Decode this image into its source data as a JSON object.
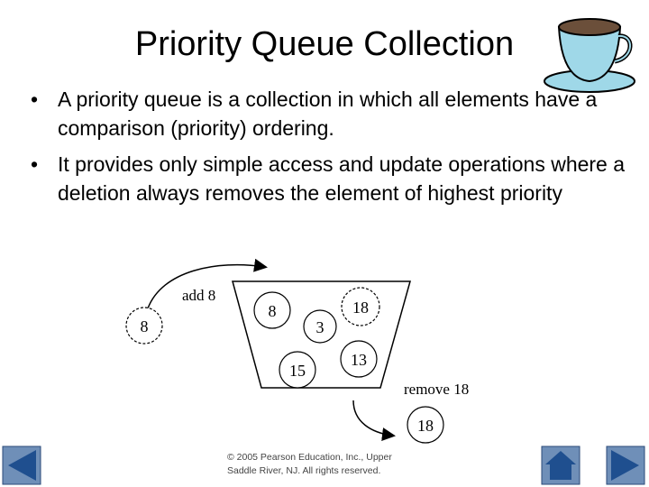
{
  "slide": {
    "title": "Priority Queue Collection",
    "bullets": [
      "A priority queue is a collection in which all elements have a comparison (priority) ordering.",
      "It provides only simple access and update operations where a deletion always removes the element of highest priority"
    ],
    "bullet_glyph": "•"
  },
  "diagram": {
    "add_label": "add 8",
    "remove_label": "remove 18",
    "incoming": "8",
    "outgoing": "18",
    "queue_items": [
      "8",
      "18",
      "3",
      "15",
      "13"
    ]
  },
  "footer": {
    "copyright_line1": "© 2005 Pearson Education, Inc., Upper",
    "copyright_line2": "Saddle River, NJ. All rights reserved."
  },
  "nav": {
    "prev_icon": "triangle-left-icon",
    "home_icon": "house-icon",
    "next_icon": "triangle-right-icon",
    "color": "#1f4f8f"
  },
  "decoration": {
    "cup_icon": "coffee-cup-icon"
  }
}
